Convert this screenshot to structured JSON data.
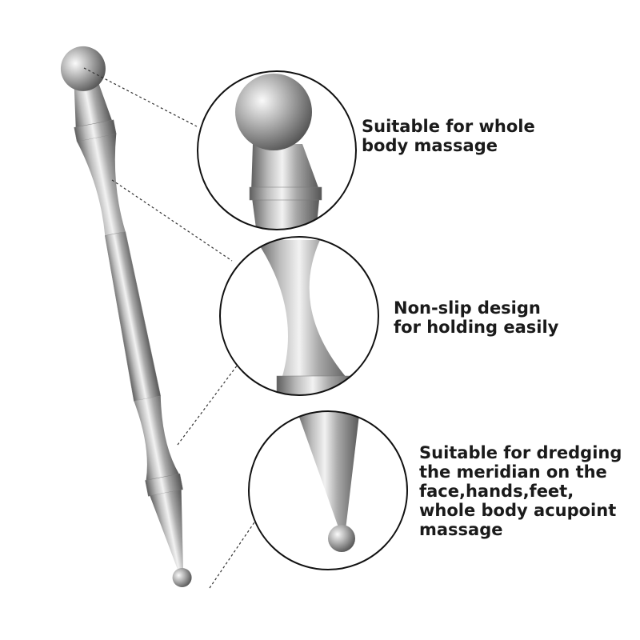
{
  "features": [
    {
      "lines": [
        "Suitable for whole",
        "body massage"
      ]
    },
    {
      "lines": [
        "Non-slip design",
        "for holding easily"
      ]
    },
    {
      "lines": [
        "Suitable for dredging",
        "the meridian on the",
        "face,hands,feet,",
        "whole body acupoint",
        "massage"
      ]
    }
  ],
  "colors": {
    "background": "#ffffff",
    "text": "#1a1a1a",
    "metal_dark": "#5e5e5e",
    "metal_light": "#e8e8e8",
    "circle_outline": "#111111"
  }
}
